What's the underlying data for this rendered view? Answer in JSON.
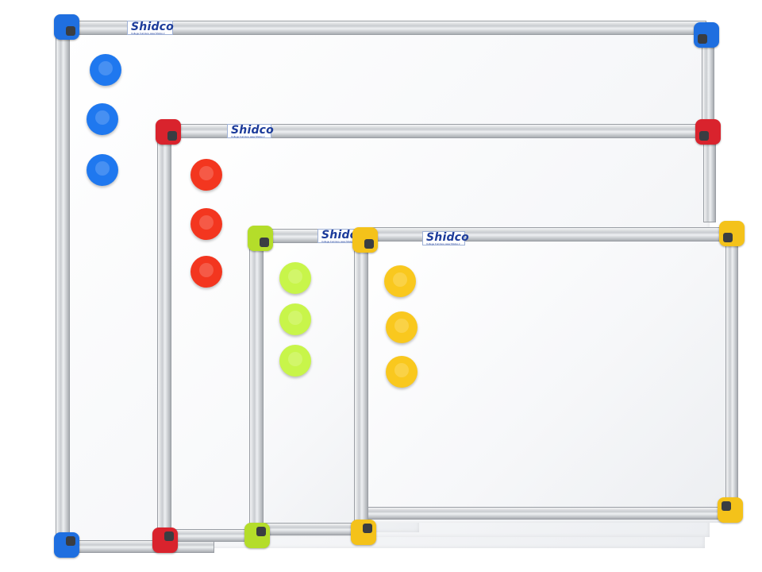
{
  "brand": {
    "name": "Shidco",
    "tagline": "College Furniture   www.Shidco.ir"
  },
  "boards": [
    {
      "corner_color": "#1f6fe0",
      "magnet_color": "#1f78ef",
      "magnet_count": 3
    },
    {
      "corner_color": "#d9232d",
      "magnet_color": "#f3361f",
      "magnet_count": 3
    },
    {
      "corner_color": "#b4dd2a",
      "magnet_color": "#c8f54a",
      "magnet_count": 3
    },
    {
      "corner_color": "#f4c21a",
      "magnet_color": "#f9c81e",
      "magnet_count": 3
    }
  ]
}
